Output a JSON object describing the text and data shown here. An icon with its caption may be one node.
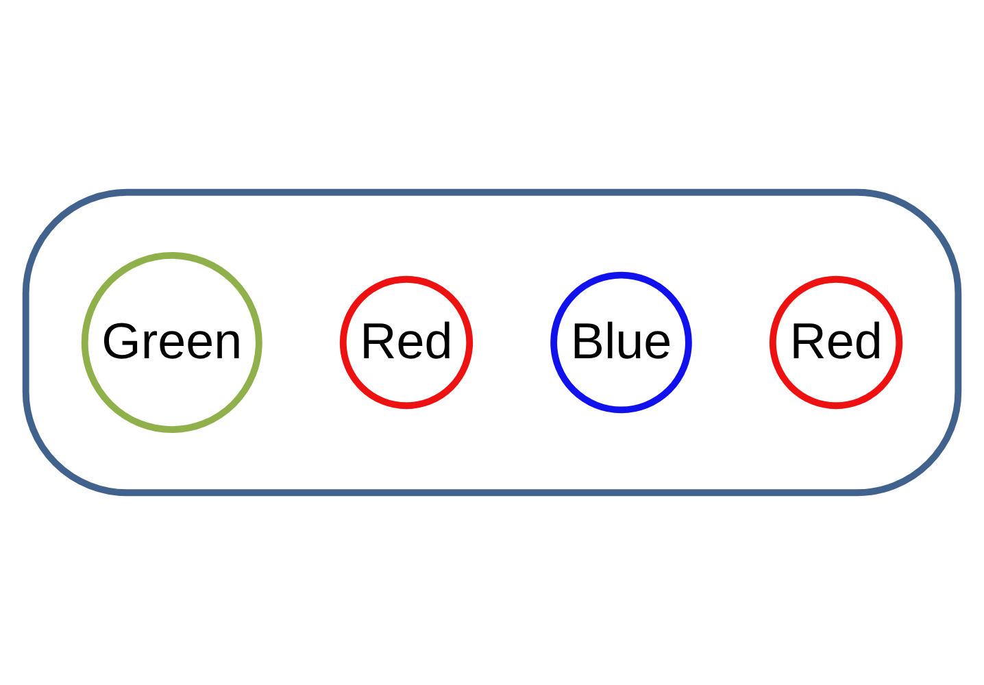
{
  "diagram": {
    "nodes": [
      {
        "text": [],
        "shape": "blob"
      },
      {
        "text": [
          "Green"
        ],
        "in": 0
      },
      {
        "text": [
          "Red"
        ],
        "in": 0
      },
      {
        "text": [
          "Blue"
        ],
        "in": 0
      },
      {
        "text": [
          "Red"
        ],
        "in": 0
      }
    ]
  }
}
